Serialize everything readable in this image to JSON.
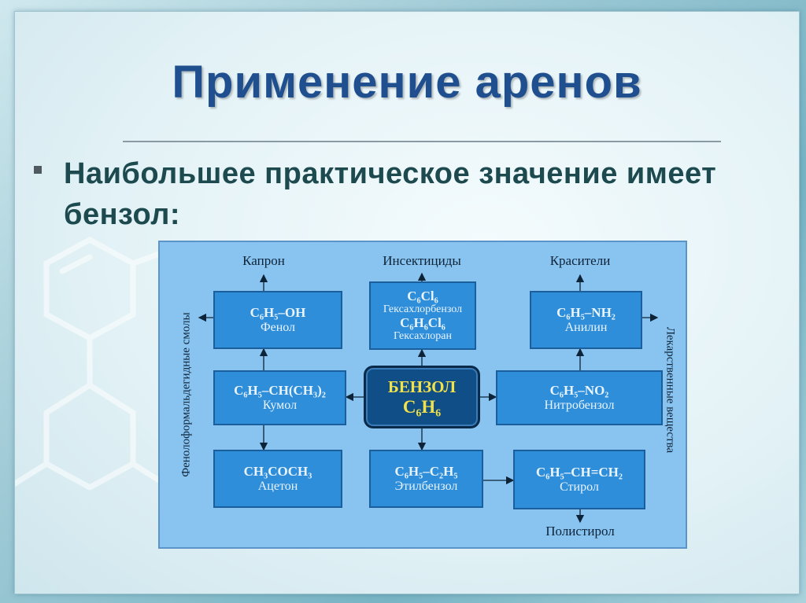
{
  "slide": {
    "title": "Применение аренов",
    "bullet": "Наибольшее практическое значение имеет бензол:"
  },
  "diagram": {
    "center": {
      "name": "БЕНЗОЛ",
      "formula": "C₆H₆"
    },
    "boxes": {
      "phenol": {
        "formula": "C₆H₅–OH",
        "name": "Фенол"
      },
      "hexachlor": {
        "formula": "C₆Cl₆",
        "name": "Гексахлорбензол",
        "formula2": "C₆H₆Cl₆",
        "name2": "Гексахлоран"
      },
      "aniline": {
        "formula": "C₆H₅–NH₂",
        "name": "Анилин"
      },
      "cumene": {
        "formula": "C₆H₅–CH(CH₃)₂",
        "name": "Кумол"
      },
      "nitrobenzene": {
        "formula": "C₆H₅–NO₂",
        "name": "Нитробензол"
      },
      "acetone": {
        "formula": "CH₃COCH₃",
        "name": "Ацетон"
      },
      "ethylbenzene": {
        "formula": "C₆H₅–C₂H₅",
        "name": "Этилбензол"
      },
      "styrene": {
        "formula": "C₆H₅–CH=CH₂",
        "name": "Стирол"
      }
    },
    "products": {
      "kapron": "Капрон",
      "insecticides": "Инсектициды",
      "dyes": "Красители",
      "polystyrene": "Полистирол",
      "resins": "Фенолоформальдегидные смолы",
      "medicines": "Лекарственные вещества"
    }
  }
}
